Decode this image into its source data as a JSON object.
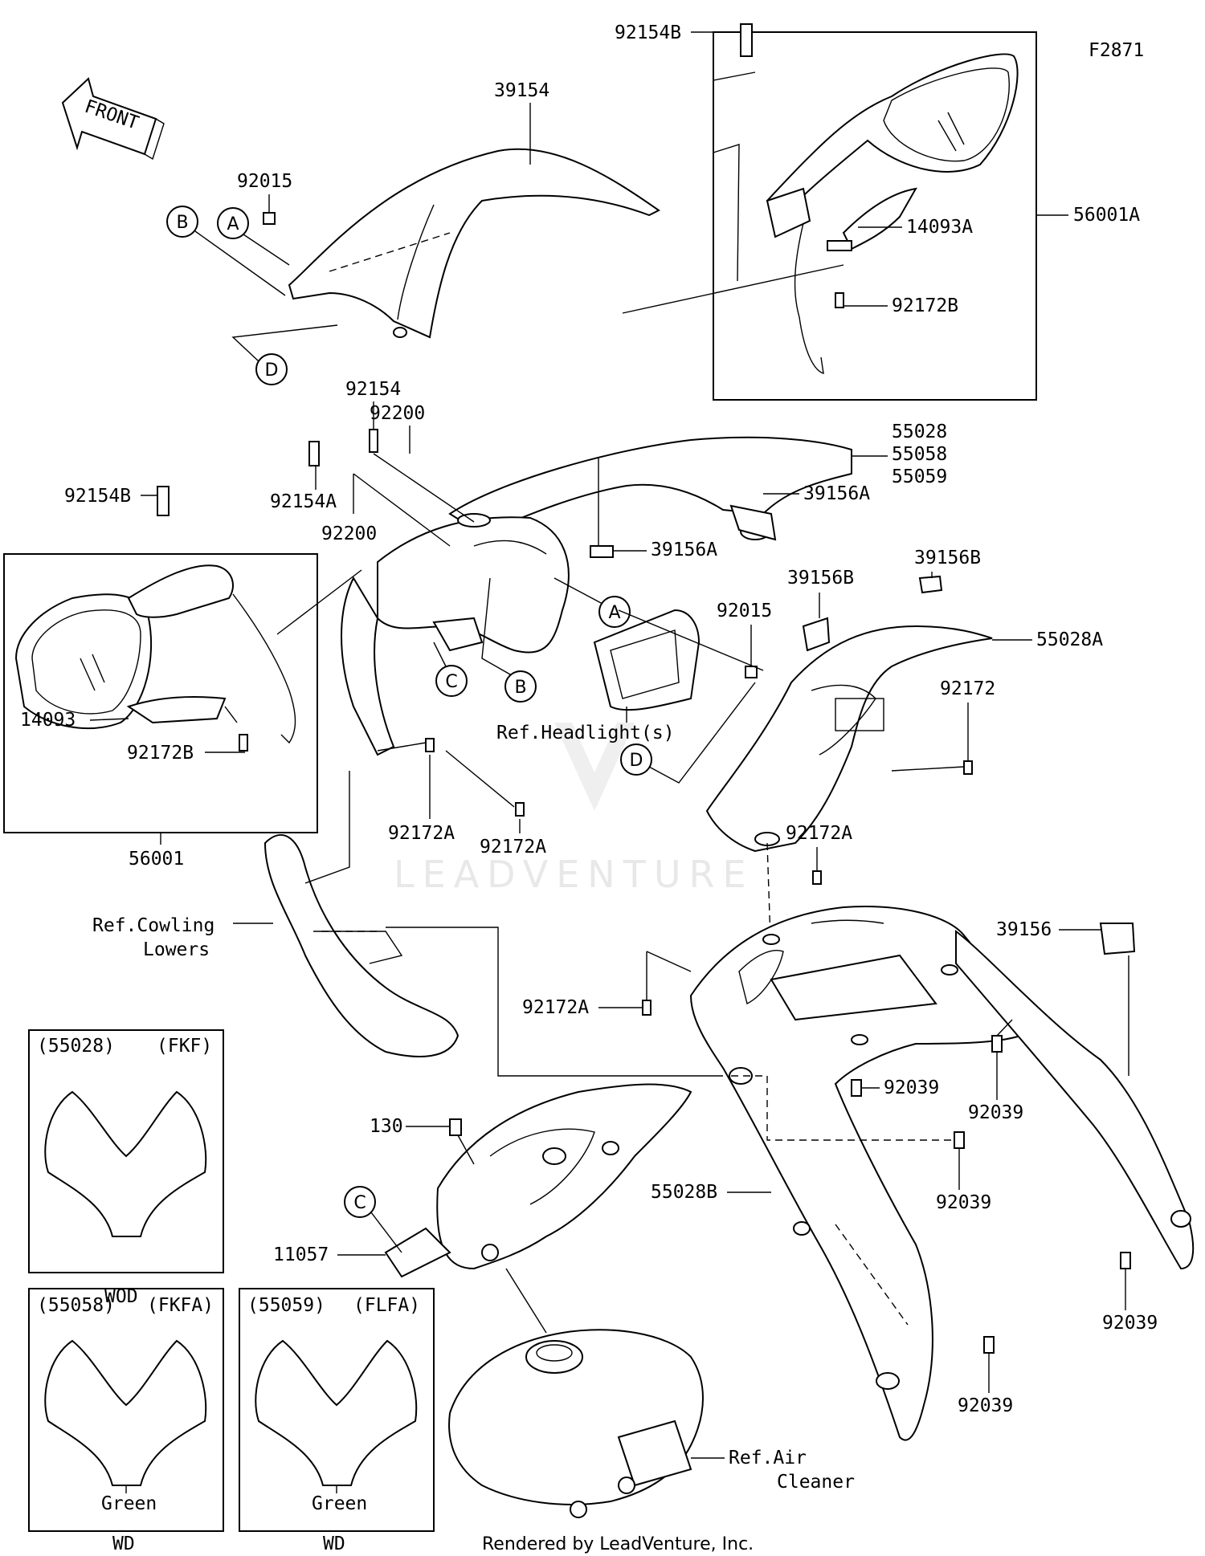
{
  "diagram_id": "F2871",
  "front_label": "FRONT",
  "watermark": "LEADVENTURE",
  "footer": "Rendered by LeadVenture, Inc.",
  "parts": {
    "p39154": "39154",
    "p92015_top": "92015",
    "p92154B_top": "92154B",
    "p56001A": "56001A",
    "p14093A": "14093A",
    "p92172B_top": "92172B",
    "p92154": "92154",
    "p92200_a": "92200",
    "p92154A": "92154A",
    "p92200_b": "92200",
    "p55028": "55028",
    "p55058": "55058",
    "p55059": "55059",
    "p39156A_a": "39156A",
    "p39156A_b": "39156A",
    "p92154B_left": "92154B",
    "p14093": "14093",
    "p92172B_left": "92172B",
    "p56001": "56001",
    "p39156B_a": "39156B",
    "p39156B_b": "39156B",
    "p92015_mid": "92015",
    "p55028A": "55028A",
    "p92172_right": "92172",
    "p92172A_a": "92172A",
    "p92172A_b": "92172A",
    "p92172A_c": "92172A",
    "p92172A_d": "92172A",
    "p39156": "39156",
    "p92039_a": "92039",
    "p92039_b": "92039",
    "p92039_c": "92039",
    "p92039_d": "92039",
    "p92039_e": "92039",
    "p130": "130",
    "p11057": "11057",
    "p55028B": "55028B"
  },
  "references": {
    "headlight": "Ref.Headlight(s)",
    "cowling_1": "Ref.Cowling",
    "cowling_2": "Lowers",
    "air_1": "Ref.Air",
    "air_2": "Cleaner"
  },
  "callouts": {
    "A": "A",
    "B": "B",
    "C": "C",
    "D": "D"
  },
  "variants": [
    {
      "code": "(55028)",
      "color_code": "(FKF)",
      "note": "",
      "trim": "WOD"
    },
    {
      "code": "(55058)",
      "color_code": "(FKFA)",
      "note": "Green",
      "trim": "WD"
    },
    {
      "code": "(55059)",
      "color_code": "(FLFA)",
      "note": "Green",
      "trim": "WD"
    }
  ]
}
